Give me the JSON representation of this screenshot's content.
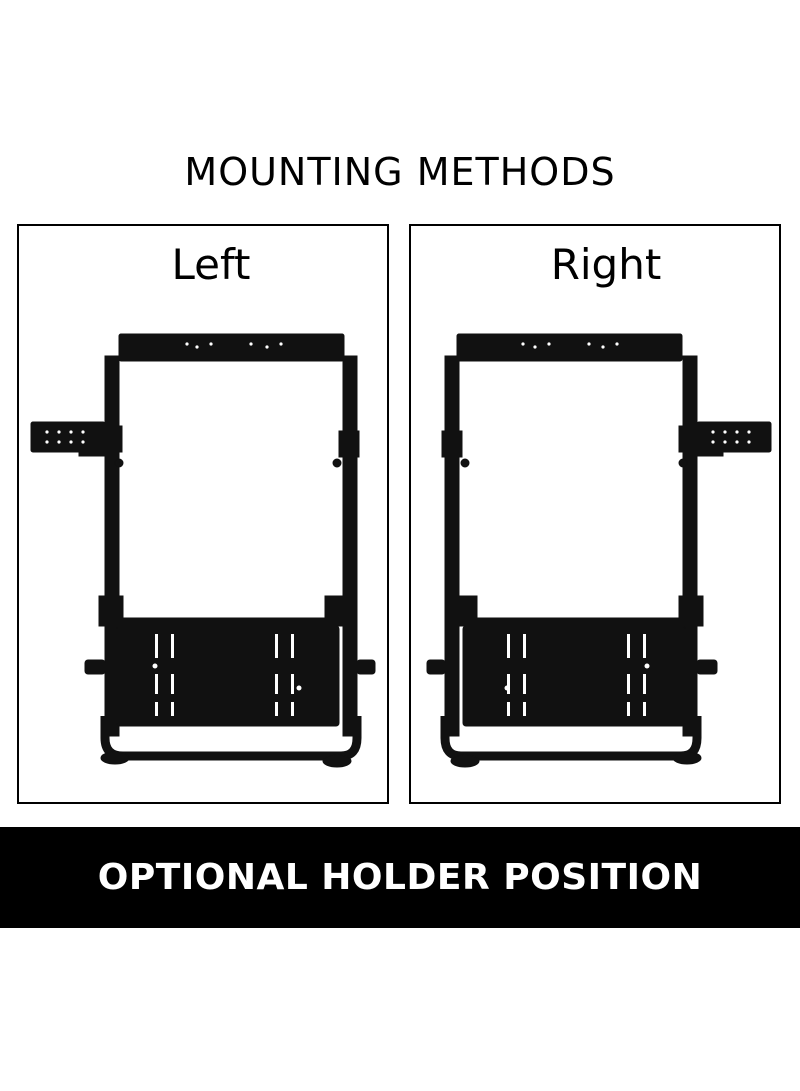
{
  "title": "MOUNTING METHODS",
  "panels": {
    "left": {
      "label": "Left"
    },
    "right": {
      "label": "Right"
    }
  },
  "banner": {
    "text": "OPTIONAL HOLDER POSITION"
  },
  "colors": {
    "background": "#ffffff",
    "frame": "#000000",
    "banner": "#000000",
    "banner_text": "#ffffff"
  }
}
